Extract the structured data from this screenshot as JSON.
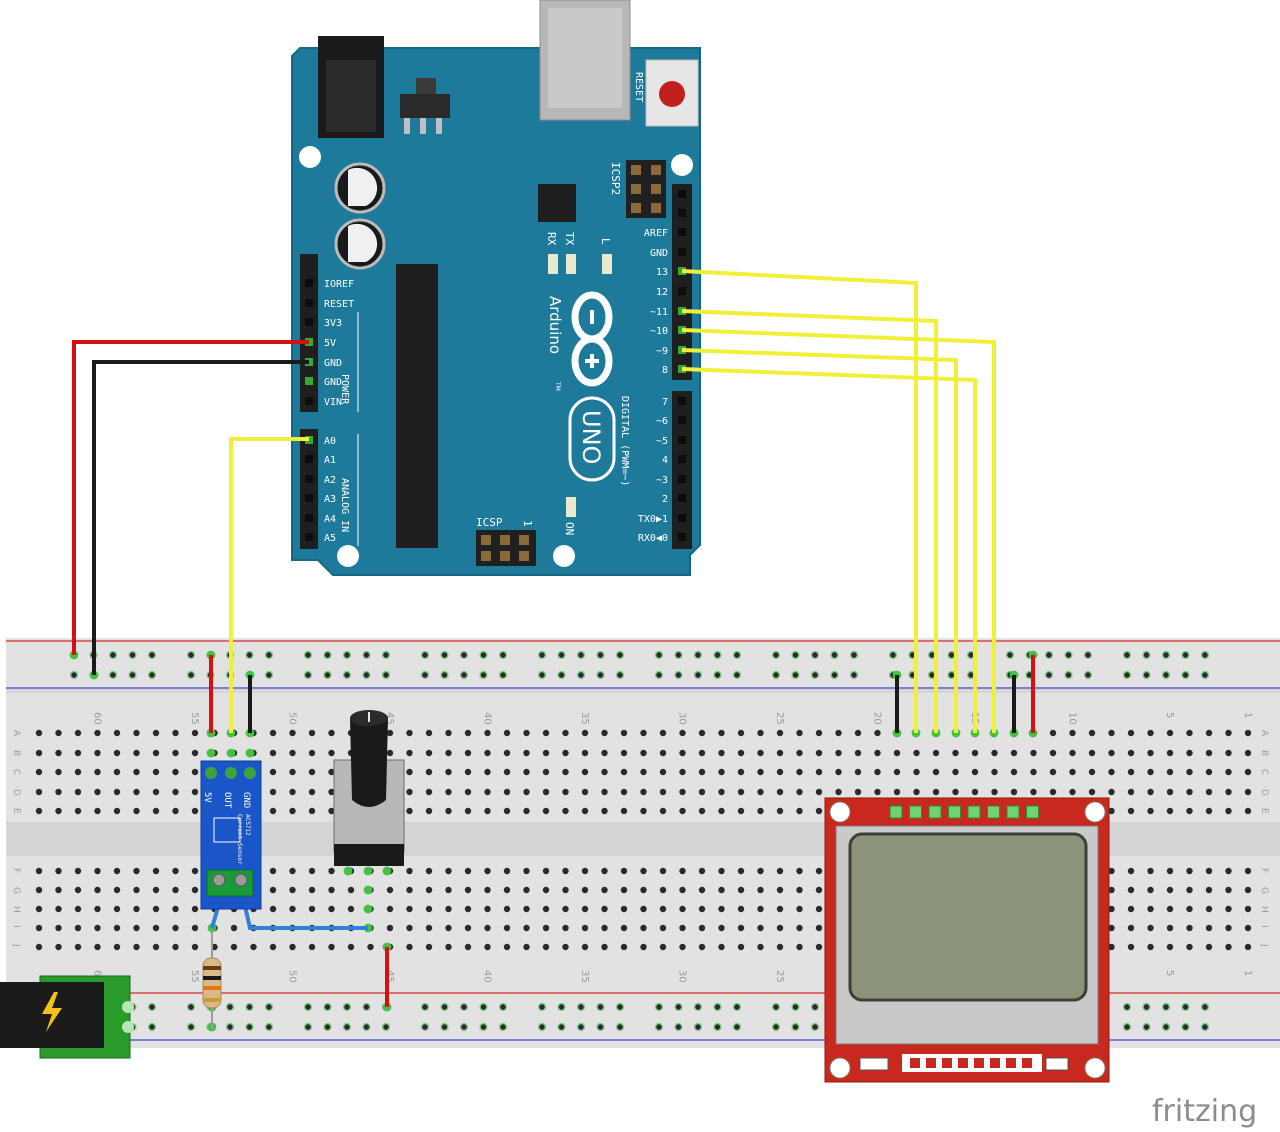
{
  "app": {
    "watermark": "fritzing"
  },
  "colors": {
    "board": "#1e7a9b",
    "board_edge": "#156783",
    "breadboard": "#e2e2e2",
    "rail_red": "#d22b2b",
    "rail_blue": "#3b45c7",
    "wire_yellow": "#f0f03a",
    "wire_red": "#d41010",
    "wire_black": "#1a1a1a",
    "wire_blue": "#2f80d8",
    "sensor": "#1a56c8",
    "lcd_pcb": "#c8281e",
    "lcd_screen": "#8b937a"
  },
  "arduino": {
    "reset_label": "RESET",
    "icsp2_label": "ICSP2",
    "icsp_label": "ICSP",
    "icsp_one": "1",
    "tx_label": "TX",
    "rx_label": "RX",
    "l_label": "L",
    "on_label": "ON",
    "brand": "Arduino",
    "tm": "TM",
    "model": "UNO",
    "digital_label": "DIGITAL (PWM=~)",
    "power_label": "POWER",
    "analog_label": "ANALOG IN",
    "power_pins": [
      "IOREF",
      "RESET",
      "3V3",
      "5V",
      "GND",
      "GND",
      "VIN"
    ],
    "analog_pins": [
      "A0",
      "A1",
      "A2",
      "A3",
      "A4",
      "A5"
    ],
    "digital_pins_top": [
      "AREF",
      "GND",
      "13",
      "12",
      "~11",
      "~10",
      "~9",
      "8"
    ],
    "digital_pins_bottom": [
      "7",
      "~6",
      "~5",
      "4",
      "~3",
      "2",
      "TX0▶1",
      "RX0◀0"
    ]
  },
  "breadboard": {
    "column_numbers": [
      "60",
      "55",
      "50",
      "45",
      "40",
      "35",
      "30",
      "25",
      "20",
      "15",
      "10",
      "5",
      "1"
    ],
    "row_letters_top": [
      "A",
      "B",
      "C",
      "D",
      "E"
    ],
    "row_letters_bottom": [
      "F",
      "G",
      "H",
      "I",
      "J"
    ]
  },
  "sensor": {
    "pin_labels": [
      "5V",
      "OUT",
      "GND"
    ],
    "title": "ACS712",
    "subtitle": "Current Sensor"
  },
  "lcd": {
    "pin_count": 8
  },
  "power_jack": {
    "icon": "lightning-bolt-icon"
  }
}
